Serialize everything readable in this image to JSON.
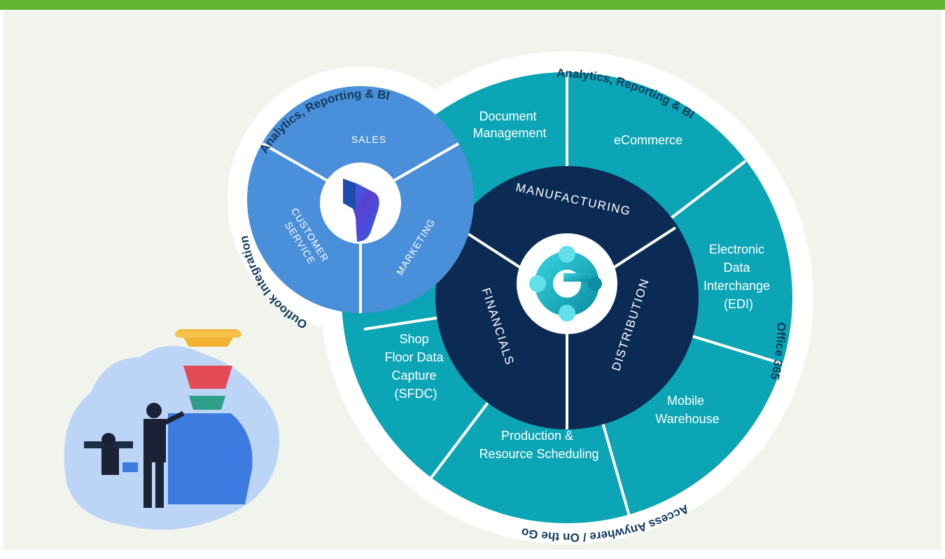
{
  "outer_ring": {
    "top_right": "Analytics, Reporting & BI",
    "right": "Office 365",
    "bottom": "Access Anywhere / On the Go"
  },
  "small_ring": {
    "top": "Analytics, Reporting & BI",
    "left": "Outlook Integration"
  },
  "segments": {
    "document_management": [
      "Document",
      "Management"
    ],
    "ecommerce": [
      "eCommerce"
    ],
    "edi": [
      "Electronic",
      "Data",
      "Interchange",
      "(EDI)"
    ],
    "mobile_warehouse": [
      "Mobile",
      "Warehouse"
    ],
    "production": [
      "Production &",
      "Resource Scheduling"
    ],
    "sfdc": [
      "Shop",
      "Floor Data",
      "Capture",
      "(SFDC)"
    ]
  },
  "core": {
    "manufacturing": "MANUFACTURING",
    "financials": "FINANCIALS",
    "distribution": "DISTRIBUTION"
  },
  "crm": {
    "sales": "SALES",
    "customer_service": [
      "CUSTOMER",
      "SERVICE"
    ],
    "marketing": "MARKETING"
  },
  "colors": {
    "header_green": "#62b531",
    "teal": "#0ba5b5",
    "navy": "#0b2b55",
    "crm_blue": "#4a8fd9",
    "panel_bg": "#f1f4ec"
  },
  "icons": {
    "dynamics_logo": "dynamics-365-logo-icon",
    "business_central_logo": "business-central-logo-icon",
    "illustration": "business-analysis-illustration"
  }
}
